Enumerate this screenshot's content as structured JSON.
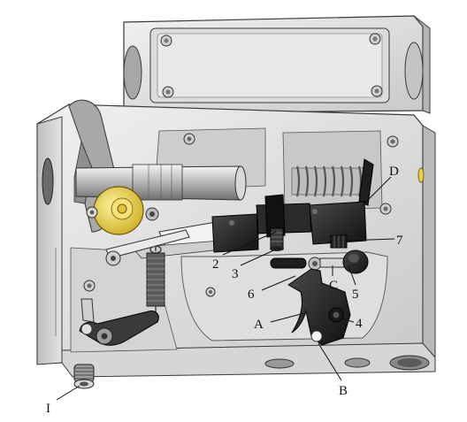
{
  "labels": {
    "l1": "1",
    "l2": "2",
    "l3": "3",
    "l4": "4",
    "l5": "5",
    "l6": "6",
    "l7": "7",
    "lA": "A",
    "lB": "B",
    "lC": "C",
    "lD": "D",
    "lI": "I"
  },
  "colors": {
    "body_light": "#e6e6e6",
    "body_mid": "#cfcfcf",
    "body_dark": "#9d9d9d",
    "edge": "#3a3a3a",
    "black_part": "#1d1d1d",
    "brass": "#e8d24a",
    "spring": "#777777"
  }
}
